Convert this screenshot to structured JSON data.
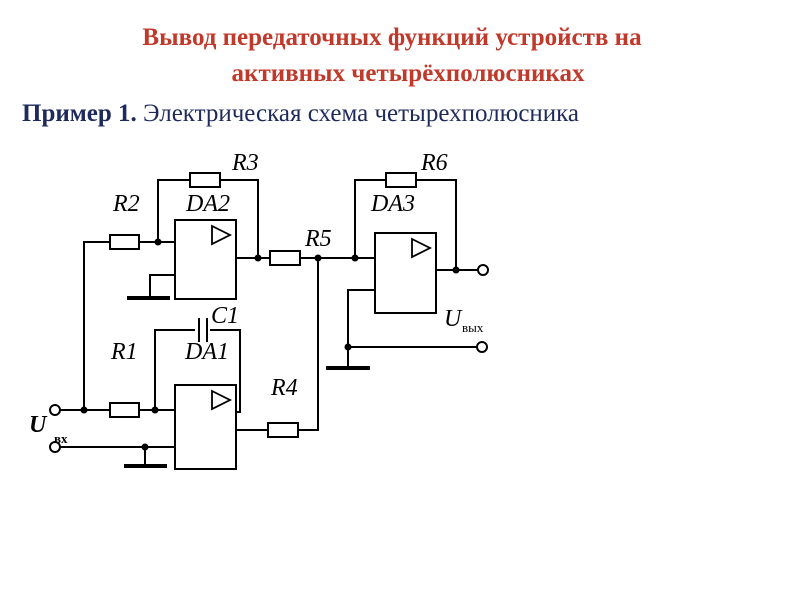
{
  "header": {
    "title_line1": "Вывод передаточных функций устройств на",
    "title_line2": "активных четырёхполюсниках",
    "subtitle_bold": "Пример 1.",
    "subtitle_text": " Электрическая схема четырехполюсника",
    "title_color": "#c0392b",
    "subtitle_color": "#1f2a5c"
  },
  "diagram": {
    "labels": {
      "r1": "R1",
      "r2": "R2",
      "r3": "R3",
      "r4": "R4",
      "r5": "R5",
      "r6": "R6",
      "c1": "C1",
      "da1": "DA1",
      "da2": "DA2",
      "da3": "DA3",
      "u_in": "U",
      "u_in_sub": "вх",
      "u_out": "U",
      "u_out_sub": "вых"
    },
    "icons": {
      "op_amp_symbol": "triangle-icon",
      "terminal": "open-circle-icon",
      "ground": "ground-icon"
    }
  }
}
